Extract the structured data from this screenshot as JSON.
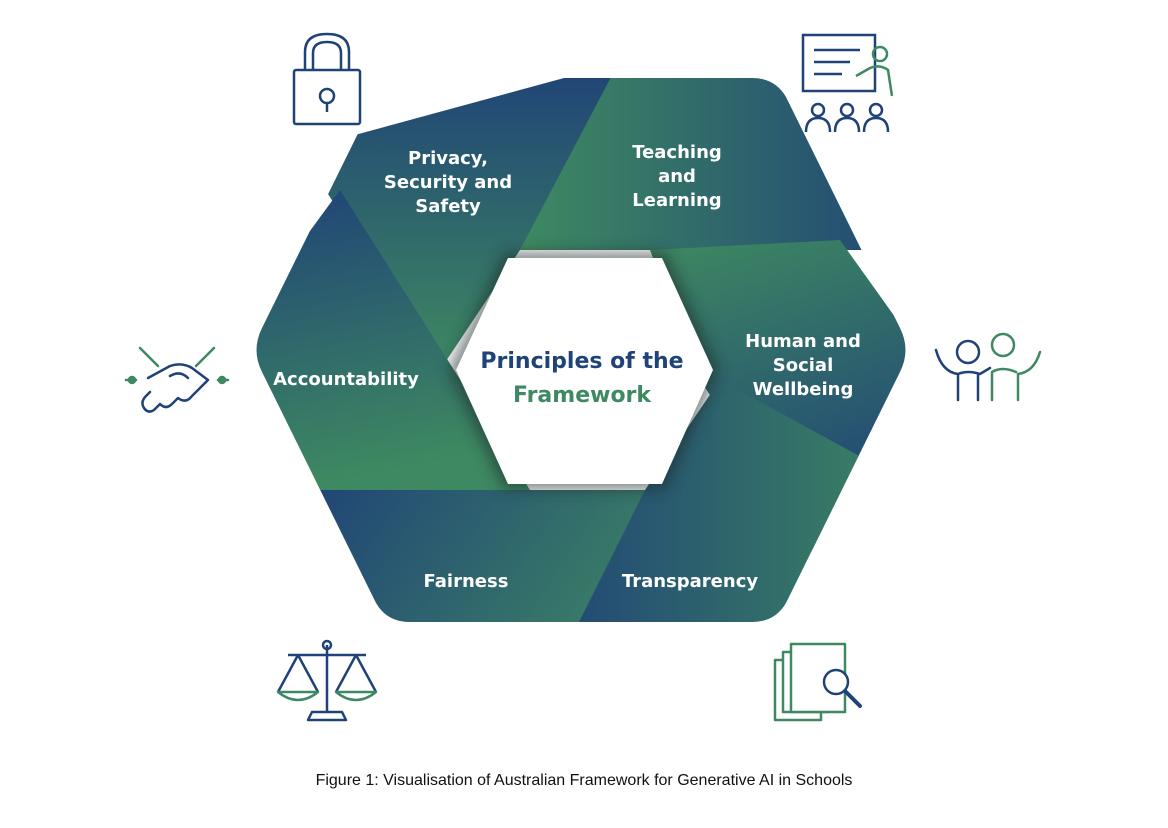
{
  "diagram": {
    "center": {
      "line1_part1": "Principles",
      "line1_part2": "of the",
      "line2": "Framework"
    },
    "segments": [
      {
        "id": "privacy",
        "label_lines": [
          "Privacy,",
          "Security and",
          "Safety"
        ],
        "icon": "padlock-icon"
      },
      {
        "id": "teaching",
        "label_lines": [
          "Teaching",
          "and",
          "Learning"
        ],
        "icon": "teacher-classroom-icon"
      },
      {
        "id": "wellbeing",
        "label_lines": [
          "Human and",
          "Social",
          "Wellbeing"
        ],
        "icon": "two-people-waving-icon"
      },
      {
        "id": "transparency",
        "label_lines": [
          "Transparency"
        ],
        "icon": "documents-magnifier-icon"
      },
      {
        "id": "fairness",
        "label_lines": [
          "Fairness"
        ],
        "icon": "balance-scale-icon"
      },
      {
        "id": "accountability",
        "label_lines": [
          "Accountability"
        ],
        "icon": "handshake-icon"
      }
    ],
    "colors": {
      "navy": "#1f4277",
      "green": "#3f8a60",
      "teal": "#2f6a73"
    }
  },
  "caption": "Figure 1: Visualisation of Australian Framework for Generative AI in Schools"
}
